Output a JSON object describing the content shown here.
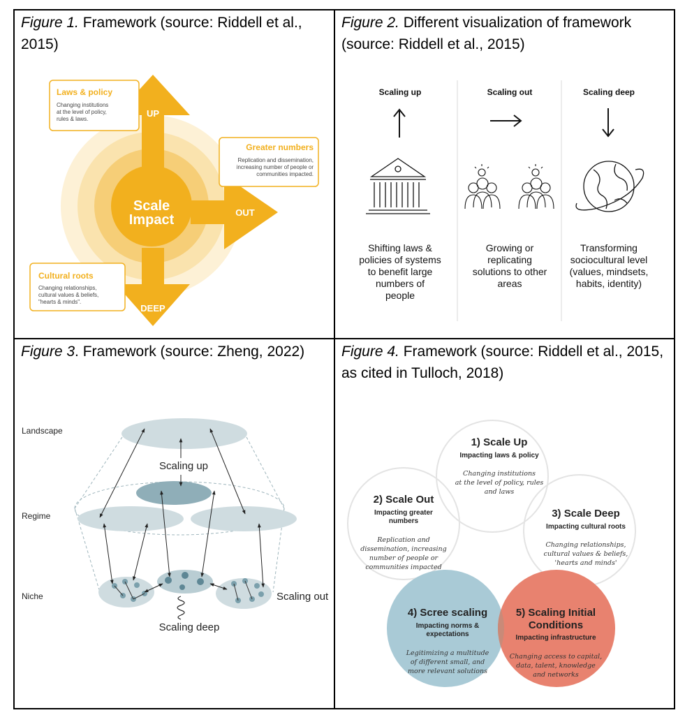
{
  "figure1": {
    "caption_label": "Figure 1.",
    "caption_text": " Framework (source: Riddell et al., 2015)",
    "center_line1": "Scale",
    "center_line2": "Impact",
    "up_label": "UP",
    "out_label": "OUT",
    "deep_label": "DEEP",
    "laws_title": "Laws & policy",
    "laws_desc": [
      "Changing institutions",
      "at the level of policy,",
      "rules & laws."
    ],
    "numbers_title": "Greater numbers",
    "numbers_desc": [
      "Replication and dissemination,",
      "increasing number of people or",
      "communities impacted."
    ],
    "roots_title": "Cultural roots",
    "roots_desc": [
      "Changing relationships,",
      "cultural values & beliefs,",
      "\"hearts & minds\"."
    ],
    "colors": {
      "orange": "#F2B01E",
      "ring1": "#FDF1D6",
      "ring2": "#FAE3AE",
      "ring3": "#F6CE77"
    }
  },
  "figure2": {
    "caption_label": "Figure 2.",
    "caption_text": " Different visualization of framework (source: Riddell et al., 2015)",
    "columns": [
      {
        "title": "Scaling up",
        "arrow": "↑",
        "icon": "institution-icon",
        "desc": [
          "Shifting laws &",
          "policies of systems",
          "to benefit large",
          "numbers of",
          "people"
        ]
      },
      {
        "title": "Scaling out",
        "arrow": "→",
        "icon": "people-idea-icon",
        "desc": [
          "Growing or",
          "replicating",
          "solutions to other",
          "areas"
        ]
      },
      {
        "title": "Scaling deep",
        "arrow": "↓",
        "icon": "globe-icon",
        "desc": [
          "Transforming",
          "sociocultural level",
          "(values, mindsets,",
          "habits, identity)"
        ]
      }
    ]
  },
  "figure3": {
    "caption_label": "Figure 3",
    "caption_text": ". Framework (source: Zheng, 2022)",
    "level_landscape": "Landscape",
    "level_regime": "Regime",
    "level_niche": "Niche",
    "scaling_up": "Scaling up",
    "scaling_out": "Scaling out",
    "scaling_deep": "Scaling deep",
    "colors": {
      "light": "#CFDCE0",
      "mid": "#B9CDD3",
      "dark": "#8FAEB8",
      "dot": "#6F97A4"
    }
  },
  "figure4": {
    "caption_label": "Figure 4.",
    "caption_text": " Framework (source: Riddell et al., 2015, as cited in Tulloch, 2018)",
    "circles": [
      {
        "title": "1) Scale Up",
        "subtitle": [
          "Impacting laws & policy"
        ],
        "desc": [
          "Changing institutions",
          "at the level of policy, rules",
          "and laws"
        ]
      },
      {
        "title": "2) Scale Out",
        "subtitle": [
          "Impacting greater",
          "numbers"
        ],
        "desc": [
          "Replication and",
          "dissemination, increasing",
          "number of people or",
          "communities impacted"
        ]
      },
      {
        "title": "3) Scale Deep",
        "subtitle": [
          "Impacting cultural roots"
        ],
        "desc": [
          "Changing relationships,",
          "cultural values & beliefs,",
          "'hearts and minds'"
        ]
      },
      {
        "title": "4) Scree scaling",
        "subtitle": [
          "Impacting norms &",
          "expectations"
        ],
        "desc": [
          "Legitimizing a multitude",
          "of different small, and",
          "more relevant solutions"
        ]
      },
      {
        "title": "5) Scaling Initial",
        "title2": "Conditions",
        "subtitle": [
          "Impacting infrastructure"
        ],
        "desc": [
          "Changing access to capital,",
          "data, talent, knowledge",
          "and networks"
        ]
      }
    ],
    "colors": {
      "blue": "#A9CAD6",
      "red": "#E8826F",
      "overlap": "#C98A78",
      "outline": "#E3E3E3"
    }
  }
}
